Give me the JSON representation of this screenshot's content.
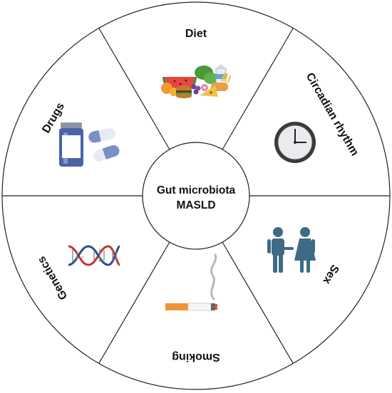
{
  "center": {
    "line1": "Gut microbiota",
    "line2": "MASLD"
  },
  "segments": [
    {
      "label": "Diet",
      "icon": "food-icon"
    },
    {
      "label": "Circadian rhythm",
      "icon": "clock-icon"
    },
    {
      "label": "Sex",
      "icon": "man-woman-icon"
    },
    {
      "label": "Smoking",
      "icon": "cigarette-icon"
    },
    {
      "label": "Genetics",
      "icon": "dna-icon"
    },
    {
      "label": "Drugs",
      "icon": "pills-icon"
    }
  ],
  "colors": {
    "outline": "#222222",
    "person": "#3f6a86",
    "dna_red": "#c0392b",
    "dna_blue": "#2e4d8f",
    "pill_blue": "#7c8fc4",
    "clock_frame": "#3a3a3a"
  }
}
